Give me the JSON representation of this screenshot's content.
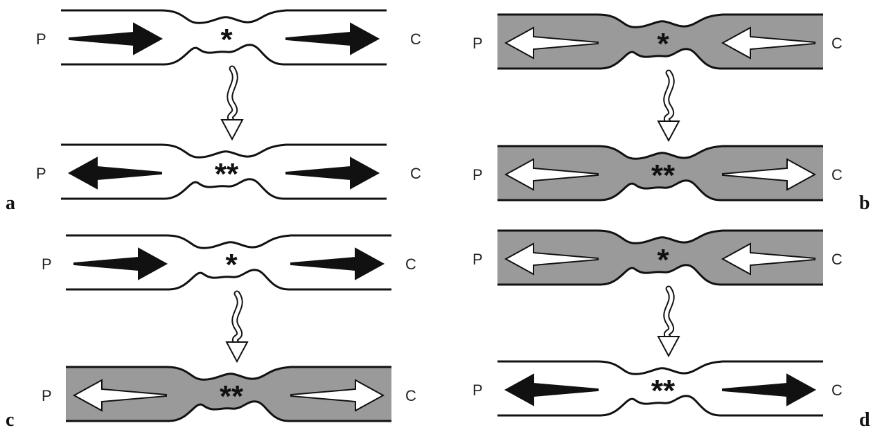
{
  "panels": [
    {
      "letter": "a",
      "top": {
        "fill": "white",
        "left_arrow": "right",
        "right_arrow": "right",
        "left_style": "black",
        "right_style": "black",
        "label_left": "P",
        "label_right": "C",
        "mark": "*"
      },
      "bottom": {
        "fill": "white",
        "left_arrow": "left",
        "right_arrow": "right",
        "left_style": "black",
        "right_style": "black",
        "label_left": "P",
        "label_right": "C",
        "mark": "**"
      }
    },
    {
      "letter": "b",
      "top": {
        "fill": "gray",
        "left_arrow": "left",
        "right_arrow": "left",
        "left_style": "white",
        "right_style": "white",
        "label_left": "P",
        "label_right": "C",
        "mark": "*"
      },
      "bottom": {
        "fill": "gray",
        "left_arrow": "left",
        "right_arrow": "right",
        "left_style": "white",
        "right_style": "white",
        "label_left": "P",
        "label_right": "C",
        "mark": "**"
      }
    },
    {
      "letter": "c",
      "top": {
        "fill": "white",
        "left_arrow": "right",
        "right_arrow": "right",
        "left_style": "black",
        "right_style": "black",
        "label_left": "P",
        "label_right": "C",
        "mark": "*"
      },
      "bottom": {
        "fill": "gray",
        "left_arrow": "left",
        "right_arrow": "right",
        "left_style": "white",
        "right_style": "white",
        "label_left": "P",
        "label_right": "C",
        "mark": "**"
      }
    },
    {
      "letter": "d",
      "top": {
        "fill": "gray",
        "left_arrow": "left",
        "right_arrow": "left",
        "left_style": "white",
        "right_style": "white",
        "label_left": "P",
        "label_right": "C",
        "mark": "*"
      },
      "bottom": {
        "fill": "white",
        "left_arrow": "left",
        "right_arrow": "right",
        "left_style": "black",
        "right_style": "black",
        "label_left": "P",
        "label_right": "C",
        "mark": "**"
      }
    }
  ],
  "colors": {
    "gray_fill": "#9a9a9a",
    "white_fill": "#ffffff",
    "stroke": "#111111"
  }
}
